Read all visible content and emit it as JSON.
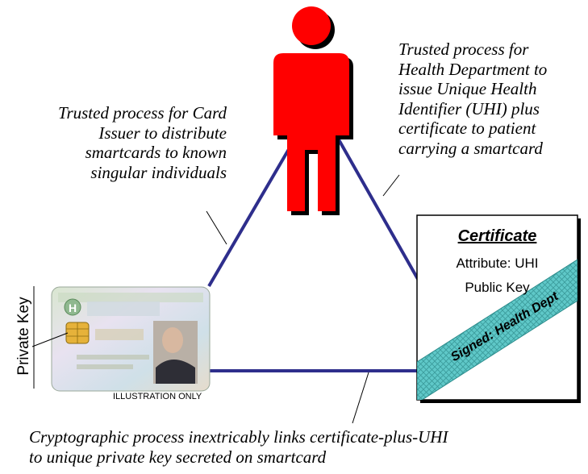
{
  "annotations": {
    "card_issuer": [
      "Trusted process for Card",
      "Issuer to distribute",
      "smartcards to known",
      "singular individuals"
    ],
    "health_dept": [
      "Trusted process for",
      "Health Department to",
      "issue Unique Health",
      "Identifier (UHI) plus",
      "certificate to patient",
      "carrying a smartcard"
    ],
    "crypto": [
      "Cryptographic process inextricably links certificate-plus-UHI",
      "to unique private key secreted on smartcard"
    ]
  },
  "certificate": {
    "title": "Certificate",
    "attribute": "Attribute: UHI",
    "public_key": "Public Key",
    "signed": "Signed: Health Dept"
  },
  "card": {
    "private_key_label": "Private Key",
    "caption": "ILLUSTRATION ONLY"
  },
  "colors": {
    "person": "#ff0000",
    "triangle": "#2e2e8c",
    "signed_band": "#5fc8c8"
  }
}
